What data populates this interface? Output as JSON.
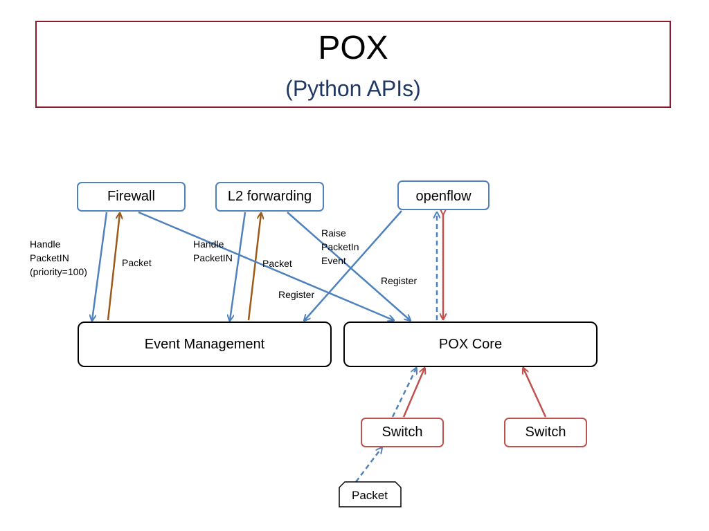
{
  "title": {
    "main": "POX",
    "subtitle": "(Python APIs)"
  },
  "nodes": {
    "firewall": "Firewall",
    "l2_forwarding": "L2 forwarding",
    "openflow": "openflow",
    "event_management": "Event Management",
    "pox_core": "POX Core",
    "switch_left": "Switch",
    "switch_right": "Switch",
    "packet": "Packet"
  },
  "edge_labels": {
    "firewall_handle": [
      "Handle",
      "PacketIN",
      "(priority=100)"
    ],
    "firewall_packet": "Packet",
    "l2_handle": [
      "Handle",
      "PacketIN"
    ],
    "l2_packet": "Packet",
    "raise_event": [
      "Raise",
      "PacketIn",
      "Event"
    ],
    "register_l2": "Register",
    "register_openflow": "Register"
  },
  "colors": {
    "title_border": "#8b1a2e",
    "subtitle": "#1f3864",
    "blue": "#4f81bd",
    "brown": "#9c5a1a",
    "red": "#c0504d"
  }
}
